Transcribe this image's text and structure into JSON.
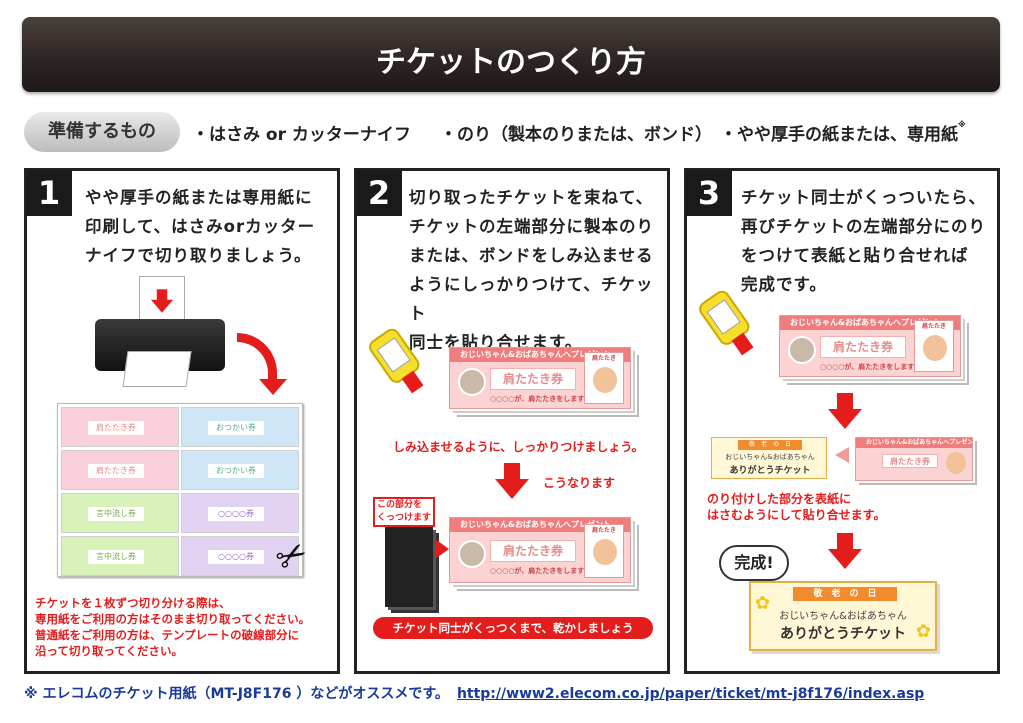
{
  "title": "チケットのつくり方",
  "requirements": {
    "label": "準備するもの",
    "items": [
      "・はさみ or カッターナイフ",
      "・のり（製本のりまたは、ボンド）",
      "・やや厚手の紙または、専用紙"
    ],
    "note_mark": "※"
  },
  "steps": [
    {
      "number": "1",
      "text": "やや厚手の紙または専用紙に\n印刷して、はさみorカッター\nナイフで切り取りましょう。",
      "note": "チケットを１枚ずつ切り分ける際は、\n専用紙をご利用の方はそのまま切り取ってください。\n普通紙をご利用の方は、テンプレートの破線部分に\n沿って切り取ってください。"
    },
    {
      "number": "2",
      "text": "切り取ったチケットを束ねて、\nチケットの左端部分に製本のり\nまたは、ボンドをしみ込ませる\nようにしっかりつけて、チケット\n同士を貼り合せます。",
      "caption1": "しみ込ませるように、しっかりつけましょう。",
      "caption2": "こうなります",
      "callout": "この部分を\nくっつけます",
      "badge": "チケット同士がくっつくまで、乾かしましょう"
    },
    {
      "number": "3",
      "text": "チケット同士がくっついたら、\n再びチケットの左端部分にのり\nをつけて表紙と貼り合せれば\n完成です。",
      "caption": "のり付けした部分を表紙に\nはさむようにして貼り合せます。",
      "done": "完成!",
      "cover": {
        "banner": "敬　老　の　日",
        "line1": "おじいちゃん&おばあちゃん",
        "line2": "ありがとうチケット"
      }
    }
  ],
  "ticket": {
    "header": "おじいちゃん&おばあちゃんへプレゼント",
    "main": "肩たたき券",
    "tag": "肩たたき",
    "footer": "○○○○が、肩たたきをします！"
  },
  "sheet_tickets": [
    "肩たたき券",
    "おつかい券",
    "肩たたき券",
    "おつかい券",
    "言中流し券",
    "○○○○券",
    "言中流し券",
    "○○○○券"
  ],
  "footer": {
    "text": "※ エレコムのチケット用紙（MT-J8F176 ）などがオススメです。",
    "link": "http://www2.elecom.co.jp/paper/ticket/mt-j8f176/index.asp"
  },
  "colors": {
    "accent_red": "#e41c1c",
    "title_bg": "#2e2624",
    "ticket_pink": "#fbd3d3"
  }
}
